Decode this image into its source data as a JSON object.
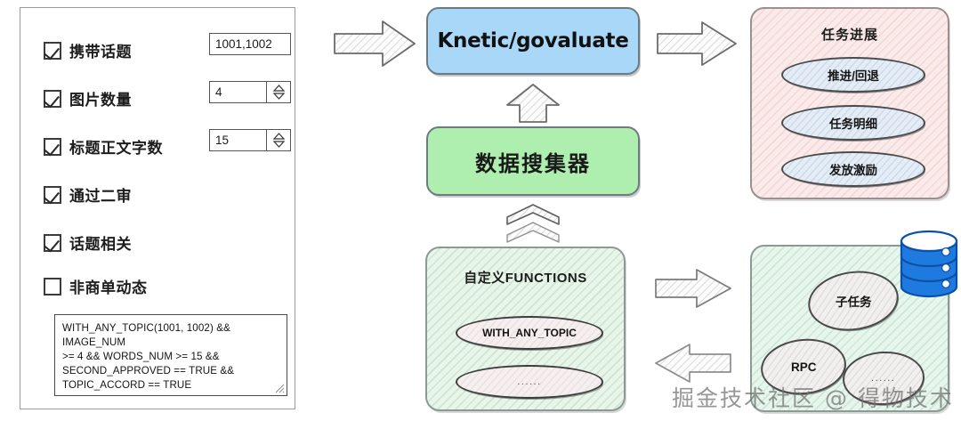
{
  "form": {
    "rows": [
      {
        "label": "携带话题",
        "checked": true,
        "field_type": "text",
        "value": "1001,1002"
      },
      {
        "label": "图片数量",
        "checked": true,
        "field_type": "number",
        "value": "4"
      },
      {
        "label": "标题正文字数",
        "checked": true,
        "field_type": "number",
        "value": "15"
      },
      {
        "label": "通过二审",
        "checked": true,
        "field_type": "none",
        "value": ""
      },
      {
        "label": "话题相关",
        "checked": true,
        "field_type": "none",
        "value": ""
      },
      {
        "label": "非商单动态",
        "checked": false,
        "field_type": "none",
        "value": ""
      }
    ],
    "expression": "WITH_ANY_TOPIC(1001, 1002) && IMAGE_NUM\n>= 4 && WORDS_NUM >= 15 &&\nSECOND_APPROVED == TRUE &&\nTOPIC_ACCORD == TRUE"
  },
  "flow": {
    "engine_box": {
      "title": "Knetic/govaluate",
      "color": "#a9d7f7"
    },
    "collector_box": {
      "title": "数据搜集器",
      "color": "#aeefb0"
    },
    "functions_box": {
      "title": "自定义FUNCTIONS",
      "color": "#e8f6ea",
      "items": [
        "WITH_ANY_TOPIC",
        "......"
      ]
    },
    "progress_box": {
      "title": "任务进展",
      "color": "#fbeaea",
      "items": [
        "推进/回退",
        "任务明细",
        "发放激励"
      ]
    },
    "tasks_box": {
      "color": "#e7f6ec",
      "items": [
        "子任务",
        "RPC",
        "......"
      ],
      "database_icon": "database-cylinder-icon",
      "database_color": "#1f7ae0"
    },
    "arrows": [
      {
        "name": "arrow-form-to-engine",
        "direction": "right"
      },
      {
        "name": "arrow-engine-to-progress",
        "direction": "right"
      },
      {
        "name": "arrow-collector-to-engine",
        "direction": "up"
      },
      {
        "name": "arrow-functions-to-collector",
        "direction": "up-chevron"
      },
      {
        "name": "arrow-functions-to-tasks",
        "direction": "right"
      },
      {
        "name": "arrow-tasks-to-functions",
        "direction": "left"
      }
    ]
  },
  "watermark": {
    "text": "掘金技术社区 @ 得物技术"
  }
}
